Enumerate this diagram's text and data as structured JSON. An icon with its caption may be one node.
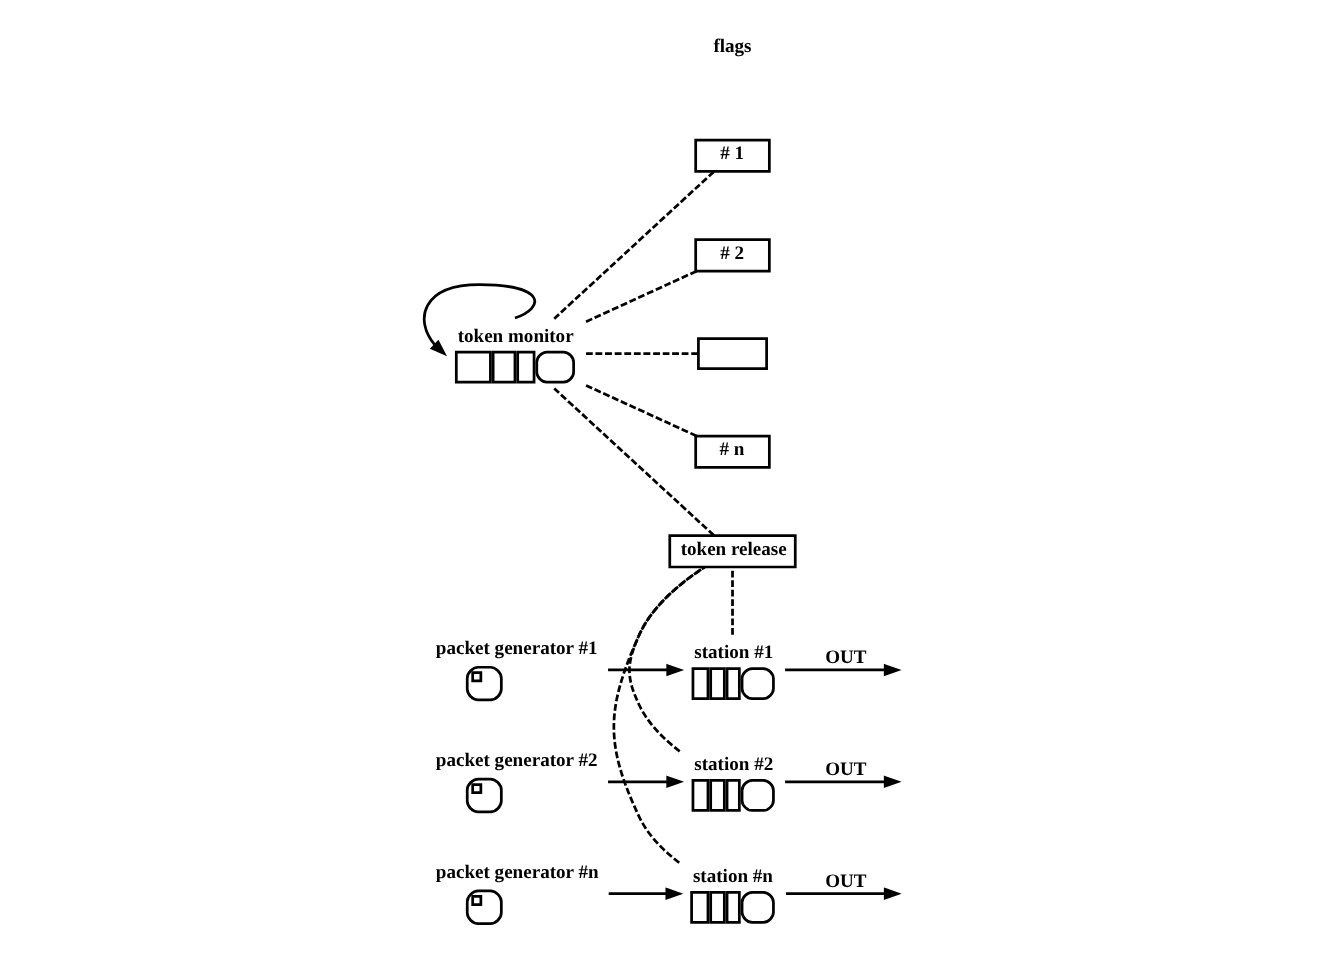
{
  "diagram": {
    "nodes": [
      {
        "text": [
          "token monitor"
        ]
      },
      {
        "text": [
          "# 1"
        ]
      },
      {
        "text": [
          "# 2"
        ]
      },
      {
        "text": [],
        "shape": "box"
      },
      {
        "text": [
          "# n"
        ]
      },
      {
        "text": [
          "token release"
        ]
      },
      {
        "text": [
          "packet generator #1"
        ]
      },
      {
        "text": [
          "station #1"
        ]
      },
      {
        "text": [
          "packet generator #2"
        ]
      },
      {
        "text": [
          "station #2"
        ]
      },
      {
        "text": [
          "packet generator #n"
        ]
      },
      {
        "text": [
          "station #n"
        ]
      }
    ],
    "edges": [
      {
        "from": 0,
        "to": 0,
        "arrow": "to"
      },
      {
        "from": 0,
        "to": 1,
        "arrow": "none",
        "style": "dashed"
      },
      {
        "from": 0,
        "to": 2,
        "arrow": "none",
        "style": "dashed"
      },
      {
        "from": 0,
        "to": 3,
        "arrow": "none",
        "style": "dashed"
      },
      {
        "from": 0,
        "to": 4,
        "arrow": "none",
        "style": "dashed"
      },
      {
        "from": 0,
        "to": 5,
        "arrow": "none",
        "style": "dashed"
      },
      {
        "from": 6,
        "to": 7,
        "arrow": "to"
      },
      {
        "from": 8,
        "to": 9,
        "arrow": "to"
      },
      {
        "from": 10,
        "to": 11,
        "arrow": "to"
      },
      {
        "from": 7,
        "to": null,
        "arrow": "to",
        "label": "OUT"
      },
      {
        "from": 9,
        "to": null,
        "arrow": "to",
        "label": "OUT"
      },
      {
        "from": 11,
        "to": null,
        "arrow": "to",
        "label": "OUT"
      },
      {
        "from": 7,
        "to": 5,
        "arrow": "none",
        "style": "dashed"
      },
      {
        "from": 9,
        "to": 5,
        "arrow": "none",
        "style": "dashed"
      },
      {
        "from": 11,
        "to": 5,
        "arrow": "none",
        "style": "dashed"
      }
    ],
    "labels": [
      "flags"
    ]
  }
}
